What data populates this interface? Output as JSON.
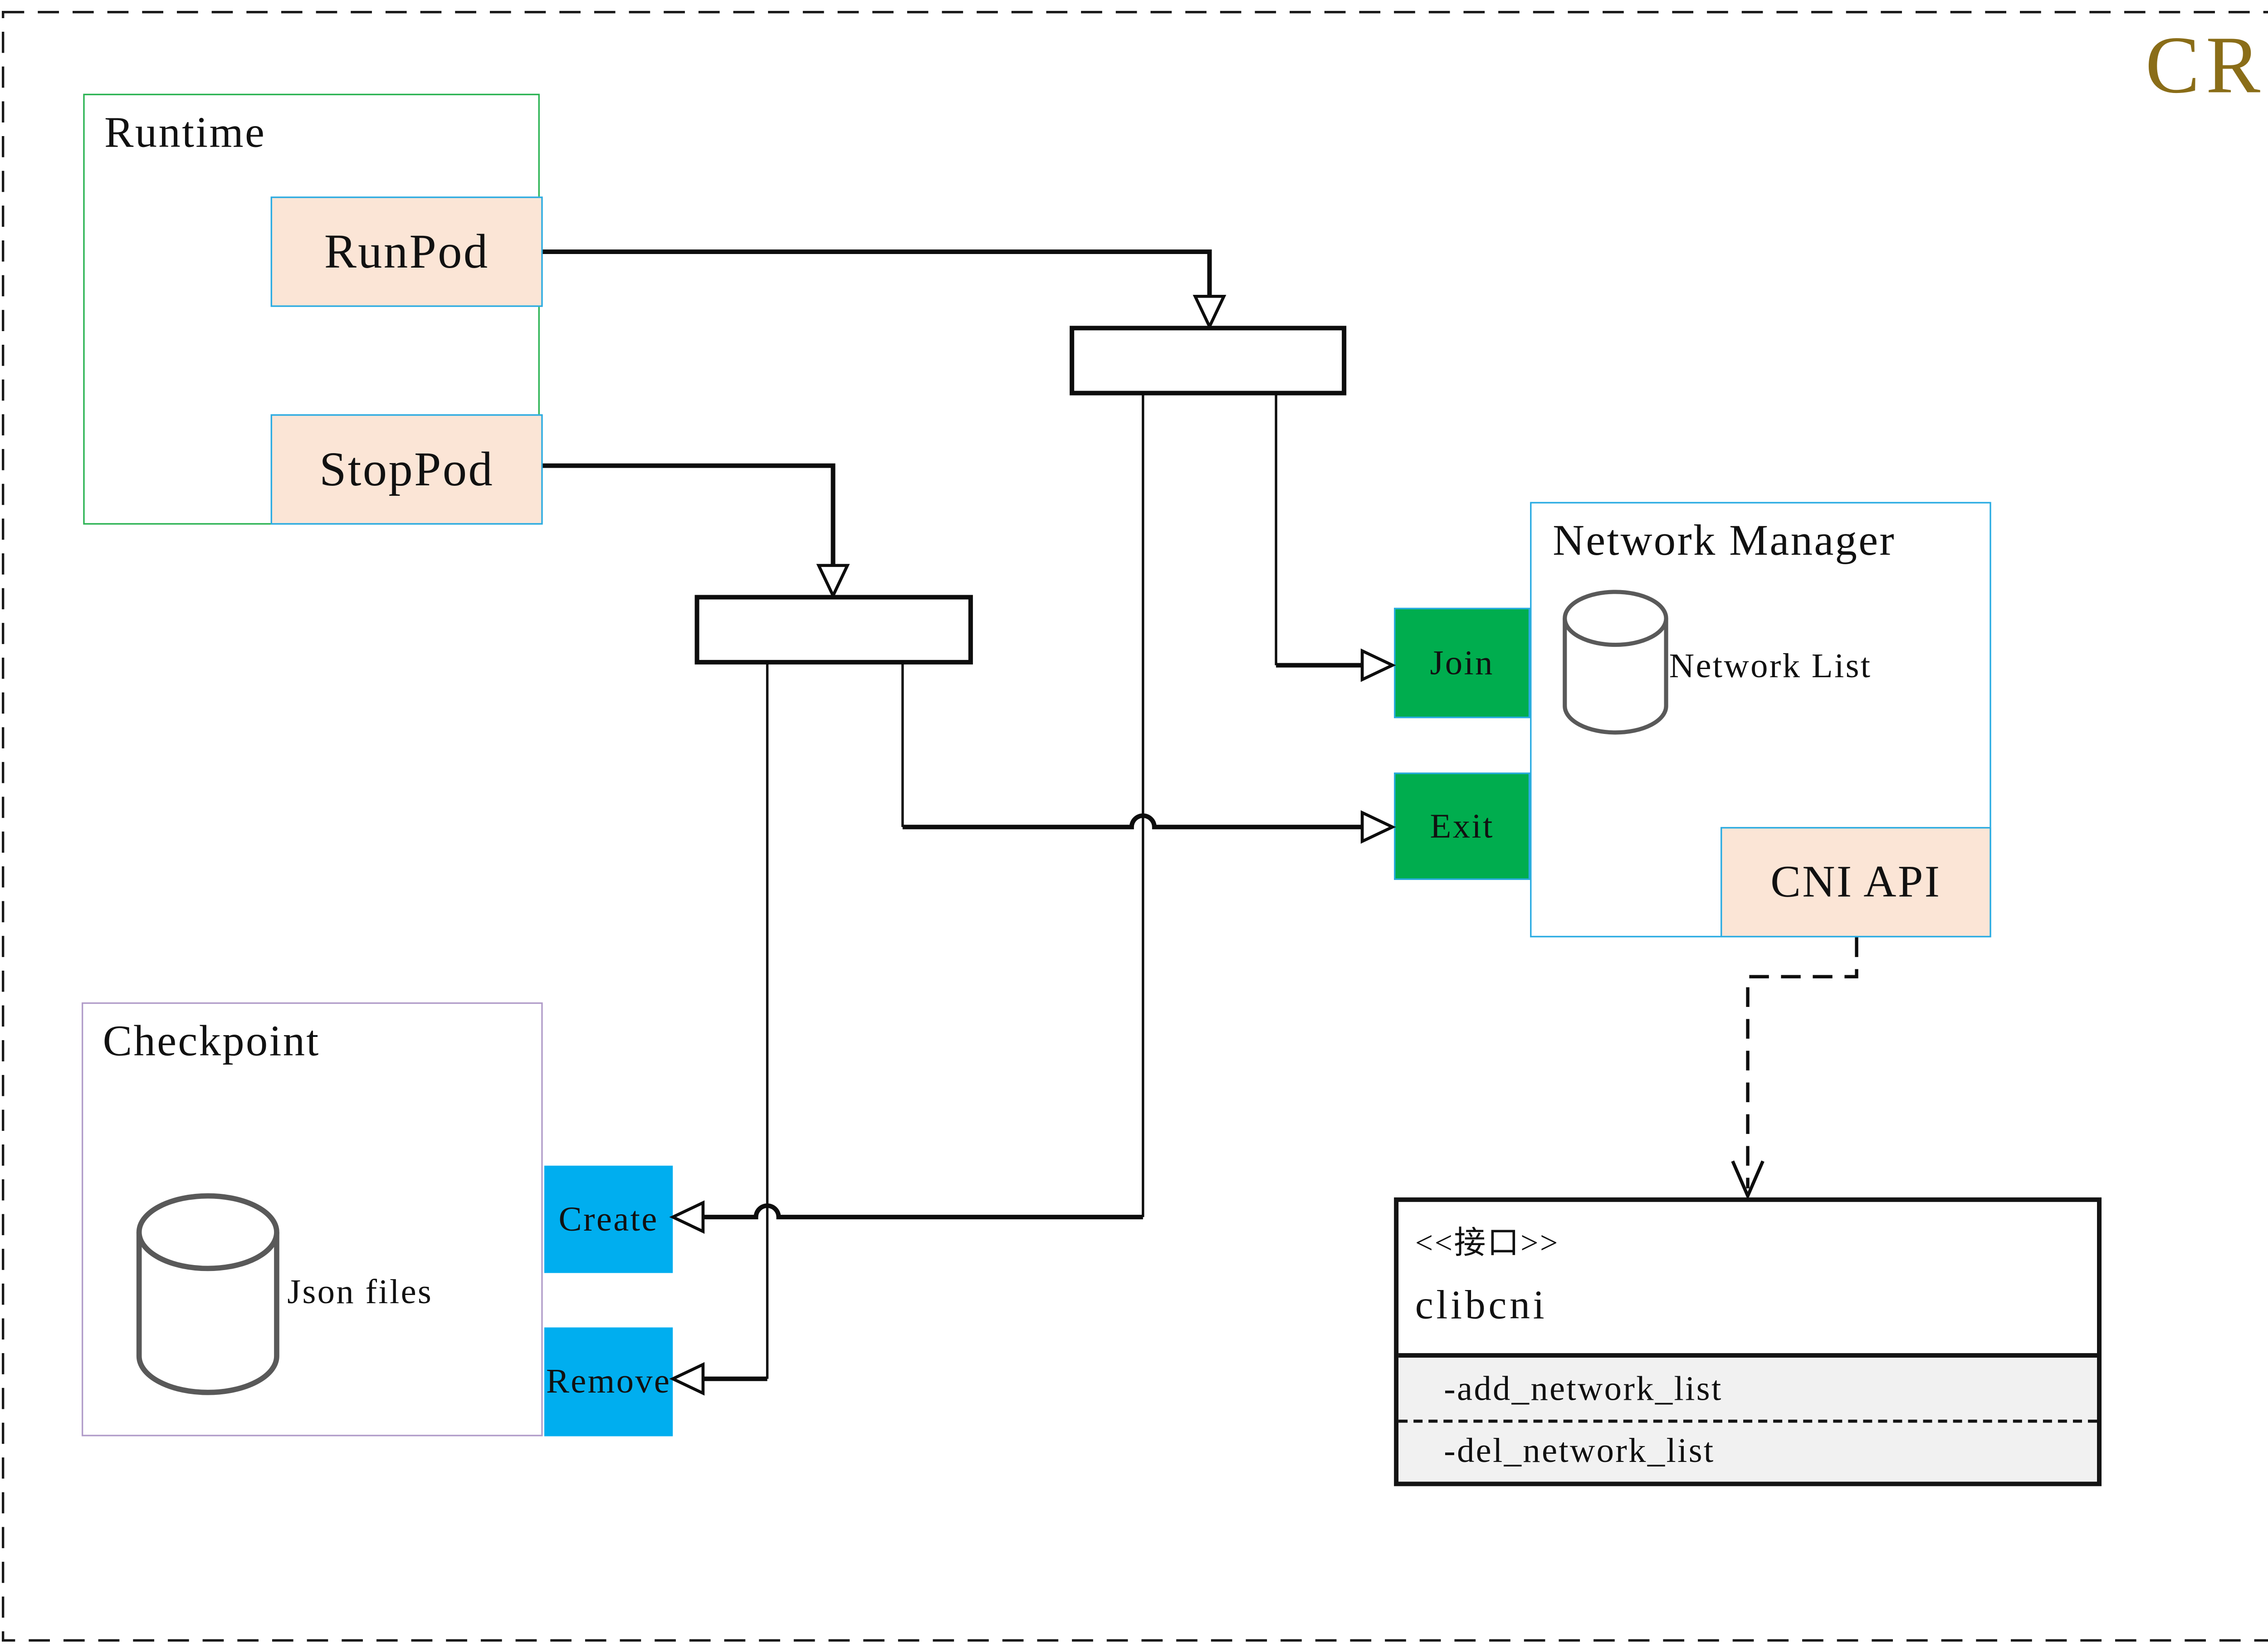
{
  "page": {
    "cri_label": "CRI"
  },
  "runtime": {
    "title": "Runtime",
    "buttons": [
      {
        "label": "RunPod"
      },
      {
        "label": "StopPod"
      }
    ]
  },
  "network_manager": {
    "title": "Network Manager",
    "store_label": "Network List",
    "api_label": "CNI API",
    "operations": [
      {
        "label": "Join"
      },
      {
        "label": "Exit"
      }
    ]
  },
  "checkpoint": {
    "title": "Checkpoint",
    "store_label": "Json files",
    "actions": [
      {
        "label": "Create"
      },
      {
        "label": "Remove"
      }
    ]
  },
  "interface_box": {
    "stereotype": "<<接口>>",
    "name": "clibcni",
    "members": [
      "-add_network_list",
      "-del_network_list"
    ]
  },
  "colors": {
    "page_bg": "#ffffff",
    "ink": "#111111",
    "line": "#0d0d0d",
    "green_border": "#2bb353",
    "cyan": "#29abe2",
    "peach": "#fbe5d6",
    "op_green": "#00ad4e",
    "action_blue": "#00aeef",
    "lavender": "#b19cc9",
    "cyl_gray": "#595959",
    "gold": "#8a6d18",
    "member_bg": "#f1f1f1"
  }
}
